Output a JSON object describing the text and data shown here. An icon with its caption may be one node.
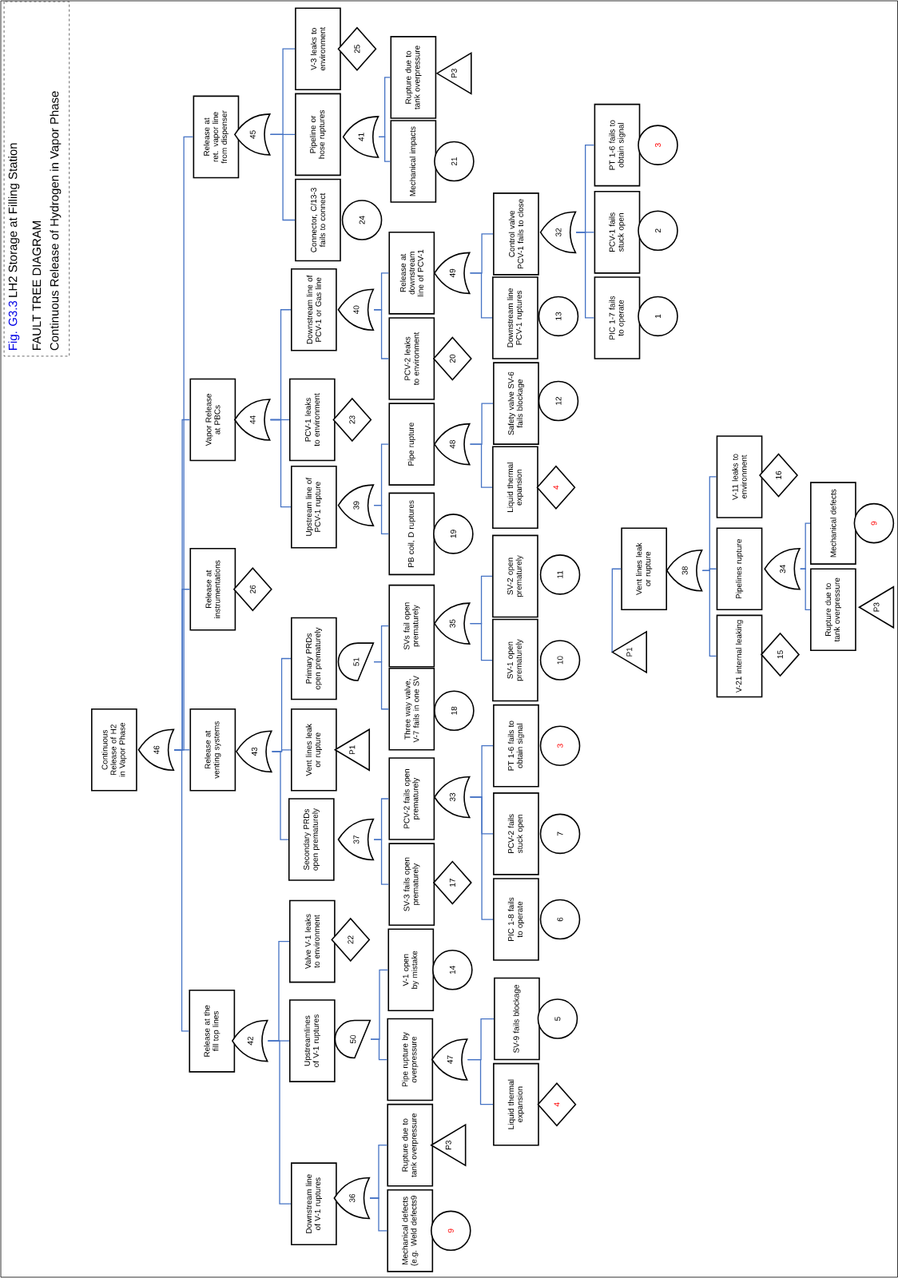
{
  "diagram": {
    "nodes": [
      {
        "text": [
          "Continuous Release of H2 in Vapor Phase"
        ]
      },
      {
        "text": [
          "46"
        ]
      },
      {
        "text": [
          "Release at the fill top lines"
        ]
      },
      {
        "text": [
          "42"
        ]
      },
      {
        "text": [
          "Downstream line of V-1 ruptures"
        ]
      },
      {
        "text": [
          "36"
        ]
      },
      {
        "text": [
          "Rupture due to tank overpressure"
        ]
      },
      {
        "text": [
          "P3"
        ]
      },
      {
        "text": [
          "Mechanical defects (e.g. Weld defects9"
        ]
      },
      {
        "text": [
          "9"
        ]
      },
      {
        "text": [
          "Upstreamlines of V-1 ruptures"
        ]
      },
      {
        "text": [
          "50"
        ]
      },
      {
        "text": [
          "Pipe rupture by overpressure"
        ]
      },
      {
        "text": [
          "47"
        ]
      },
      {
        "text": [
          "Liquid thermal expansion"
        ]
      },
      {
        "text": [
          "4"
        ]
      },
      {
        "text": [
          "SV-9 fails blockage"
        ]
      },
      {
        "text": [
          "5"
        ]
      },
      {
        "text": [
          "V-1 open by mistake"
        ]
      },
      {
        "text": [
          "14"
        ]
      },
      {
        "text": [
          "Valve V-1 leaks to environment"
        ]
      },
      {
        "text": [
          "22"
        ]
      },
      {
        "text": [
          "Release at venting systems"
        ]
      },
      {
        "text": [
          "43"
        ]
      },
      {
        "text": [
          "Secondary PRDs open prematurely"
        ]
      },
      {
        "text": [
          "37"
        ]
      },
      {
        "text": [
          "SV-3 fails open prematurely"
        ]
      },
      {
        "text": [
          "17"
        ]
      },
      {
        "text": [
          "PCV-2 fails open prematurely"
        ]
      },
      {
        "text": [
          "33"
        ]
      },
      {
        "text": [
          "PT 1-6 fails to obtain signal"
        ]
      },
      {
        "text": [
          "3"
        ]
      },
      {
        "text": [
          "PCV-2 fails stuck open"
        ]
      },
      {
        "text": [
          "7"
        ]
      },
      {
        "text": [
          "PIC 1-8 fails to operate"
        ]
      },
      {
        "text": [
          "6"
        ]
      },
      {
        "text": [
          "Vent lines leak or rupture"
        ]
      },
      {
        "text": [
          "P1"
        ]
      },
      {
        "text": [
          "Primary PRDs open prematurely"
        ]
      },
      {
        "text": [
          "51"
        ]
      },
      {
        "text": [
          "Three way valve, V-7 fails in one SV"
        ]
      },
      {
        "text": [
          "18"
        ]
      },
      {
        "text": [
          "SVs fail open prematurely"
        ]
      },
      {
        "text": [
          "35"
        ]
      },
      {
        "text": [
          "SV-1 open prematurely"
        ]
      },
      {
        "text": [
          "10"
        ]
      },
      {
        "text": [
          "SV-2 open prematurely"
        ]
      },
      {
        "text": [
          "11"
        ]
      },
      {
        "text": [
          "Release at instrumentations"
        ]
      },
      {
        "text": [
          "26"
        ]
      },
      {
        "text": [
          "Vapor Release at PBCs"
        ]
      },
      {
        "text": [
          "44"
        ]
      },
      {
        "text": [
          "Upstream line of PCV-1 rupture"
        ]
      },
      {
        "text": [
          "39"
        ]
      },
      {
        "text": [
          "PB coil, D ruptures"
        ]
      },
      {
        "text": [
          "19"
        ]
      },
      {
        "text": [
          "Pipe rupture"
        ]
      },
      {
        "text": [
          "48"
        ]
      },
      {
        "text": [
          "Liquid thermal expansion"
        ]
      },
      {
        "text": [
          "4"
        ]
      },
      {
        "text": [
          "Safety valve SV-6 fails blockage"
        ]
      },
      {
        "text": [
          "12"
        ]
      },
      {
        "text": [
          "PCV-1 leaks to environment"
        ]
      },
      {
        "text": [
          "23"
        ]
      },
      {
        "text": [
          "Downstream line of PCV-1 or Gas line"
        ]
      },
      {
        "text": [
          "40"
        ]
      },
      {
        "text": [
          "PCV-2 leaks to environment"
        ]
      },
      {
        "text": [
          "20"
        ]
      },
      {
        "text": [
          "Release at downstream line of PCV-1"
        ]
      },
      {
        "text": [
          "49"
        ]
      },
      {
        "text": [
          "Downstream line PCV-1 ruptures"
        ]
      },
      {
        "text": [
          "13"
        ]
      },
      {
        "text": [
          "Control valve PCV-1 fails to close"
        ]
      },
      {
        "text": [
          "32"
        ]
      },
      {
        "text": [
          "PIC 1-7 fails to operate"
        ]
      },
      {
        "text": [
          "1"
        ]
      },
      {
        "text": [
          "PCV-1 fails stuck open"
        ]
      },
      {
        "text": [
          "2"
        ]
      },
      {
        "text": [
          "PT 1-6 fails to obtain signal"
        ]
      },
      {
        "text": [
          "3"
        ]
      },
      {
        "text": [
          "Release at ret. vapor line from dispenser"
        ]
      },
      {
        "text": [
          "45"
        ]
      },
      {
        "text": [
          "Connector, C/13-3 fails to connect"
        ]
      },
      {
        "text": [
          "24"
        ]
      },
      {
        "text": [
          "Pipeline or hose ruptures"
        ]
      },
      {
        "text": [
          "41"
        ]
      },
      {
        "text": [
          "Mechanical impacts"
        ]
      },
      {
        "text": [
          "21"
        ]
      },
      {
        "text": [
          "Rupture due to tank overpressure"
        ]
      },
      {
        "text": [
          "P3"
        ]
      },
      {
        "text": [
          "V-3 leaks to environment"
        ]
      },
      {
        "text": [
          "25"
        ]
      },
      {
        "text": [
          "Vent lines leak or rupture"
        ]
      },
      {
        "text": [
          "P1"
        ]
      },
      {
        "text": [
          "38"
        ]
      },
      {
        "text": [
          "V-11 leaks to environment"
        ]
      },
      {
        "text": [
          "16"
        ]
      },
      {
        "text": [
          "Pipelines rupture"
        ]
      },
      {
        "text": [
          "34"
        ]
      },
      {
        "text": [
          "Mechanical defects"
        ]
      },
      {
        "text": [
          "9"
        ]
      },
      {
        "text": [
          "Rupture due to tank overpressure"
        ]
      },
      {
        "text": [
          "P3"
        ]
      },
      {
        "text": [
          "V-21 internal leaking"
        ]
      },
      {
        "text": [
          "15"
        ]
      }
    ],
    "edges": [
      {
        "from": 1,
        "to": 2,
        "arrow": "none"
      },
      {
        "from": 1,
        "to": 22,
        "arrow": "none"
      },
      {
        "from": 1,
        "to": 48,
        "arrow": "none"
      },
      {
        "from": 1,
        "to": 50,
        "arrow": "none"
      },
      {
        "from": 1,
        "to": 80,
        "arrow": "none"
      },
      {
        "from": 3,
        "to": 4,
        "arrow": "none"
      },
      {
        "from": 3,
        "to": 10,
        "arrow": "none"
      },
      {
        "from": 3,
        "to": 20,
        "arrow": "none"
      },
      {
        "from": 5,
        "to": 6,
        "arrow": "none"
      },
      {
        "from": 5,
        "to": 8,
        "arrow": "none"
      },
      {
        "from": 11,
        "to": 12,
        "arrow": "none"
      },
      {
        "from": 11,
        "to": 18,
        "arrow": "none"
      },
      {
        "from": 13,
        "to": 14,
        "arrow": "none"
      },
      {
        "from": 13,
        "to": 16,
        "arrow": "none"
      },
      {
        "from": 23,
        "to": 24,
        "arrow": "none"
      },
      {
        "from": 23,
        "to": 36,
        "arrow": "none"
      },
      {
        "from": 23,
        "to": 38,
        "arrow": "none"
      },
      {
        "from": 25,
        "to": 26,
        "arrow": "none"
      },
      {
        "from": 25,
        "to": 28,
        "arrow": "none"
      },
      {
        "from": 29,
        "to": 30,
        "arrow": "none"
      },
      {
        "from": 29,
        "to": 32,
        "arrow": "none"
      },
      {
        "from": 29,
        "to": 34,
        "arrow": "none"
      },
      {
        "from": 39,
        "to": 40,
        "arrow": "none"
      },
      {
        "from": 39,
        "to": 42,
        "arrow": "none"
      },
      {
        "from": 43,
        "to": 44,
        "arrow": "none"
      },
      {
        "from": 43,
        "to": 46,
        "arrow": "none"
      },
      {
        "from": 51,
        "to": 52,
        "arrow": "none"
      },
      {
        "from": 51,
        "to": 62,
        "arrow": "none"
      },
      {
        "from": 51,
        "to": 64,
        "arrow": "none"
      },
      {
        "from": 53,
        "to": 54,
        "arrow": "none"
      },
      {
        "from": 53,
        "to": 56,
        "arrow": "none"
      },
      {
        "from": 57,
        "to": 58,
        "arrow": "none"
      },
      {
        "from": 57,
        "to": 60,
        "arrow": "none"
      },
      {
        "from": 65,
        "to": 66,
        "arrow": "none"
      },
      {
        "from": 65,
        "to": 68,
        "arrow": "none"
      },
      {
        "from": 69,
        "to": 70,
        "arrow": "none"
      },
      {
        "from": 69,
        "to": 72,
        "arrow": "none"
      },
      {
        "from": 73,
        "to": 74,
        "arrow": "none"
      },
      {
        "from": 73,
        "to": 76,
        "arrow": "none"
      },
      {
        "from": 73,
        "to": 78,
        "arrow": "none"
      },
      {
        "from": 81,
        "to": 82,
        "arrow": "none"
      },
      {
        "from": 81,
        "to": 84,
        "arrow": "none"
      },
      {
        "from": 81,
        "to": 90,
        "arrow": "none"
      },
      {
        "from": 85,
        "to": 86,
        "arrow": "none"
      },
      {
        "from": 85,
        "to": 88,
        "arrow": "none"
      },
      {
        "from": 92,
        "to": 93,
        "arrow": "none"
      },
      {
        "from": 94,
        "to": 95,
        "arrow": "none"
      },
      {
        "from": 94,
        "to": 97,
        "arrow": "none"
      },
      {
        "from": 94,
        "to": 103,
        "arrow": "none"
      },
      {
        "from": 98,
        "to": 99,
        "arrow": "none"
      },
      {
        "from": 98,
        "to": 101,
        "arrow": "none"
      }
    ],
    "labels": [
      "Fig. G3.3",
      "LH2 Storage at Filling Station",
      "FAULT TREE DIAGRAM",
      "Continuous Release of Hydrogen in Vapor Phase"
    ]
  }
}
